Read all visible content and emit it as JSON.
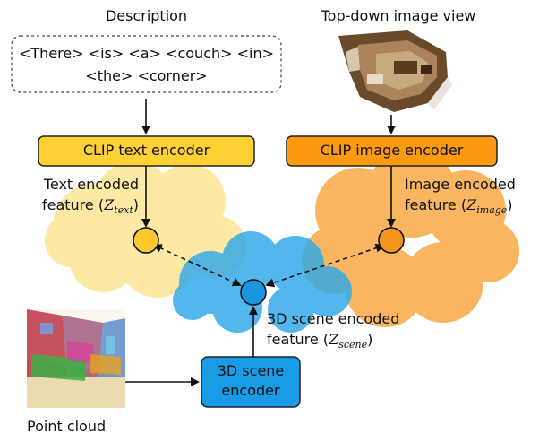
{
  "description": {
    "title": "Description",
    "line1": "<There> <is> <a> <couch> <in>",
    "line2": "<the> <corner>"
  },
  "topdown": {
    "title": "Top-down image view"
  },
  "encoders": {
    "text_label": "CLIP text encoder",
    "image_label": "CLIP image encoder",
    "scene_line1": "3D scene",
    "scene_line2": "encoder"
  },
  "features": {
    "text_line1": "Text encoded",
    "text_line2_prefix": "feature (",
    "text_symbol": "Z",
    "text_sub": "text",
    "image_line1": "Image encoded",
    "image_line2_prefix": "feature (",
    "image_symbol": "Z",
    "image_sub": "image",
    "scene_line1": "3D scene encoded",
    "scene_line2_prefix": "feature (",
    "scene_symbol": "Z",
    "scene_sub": "scene",
    "close_paren": ")"
  },
  "pointcloud": {
    "title": "Point cloud"
  },
  "colors": {
    "text_cloud": "#fde48a",
    "image_cloud": "#f9a53f",
    "scene_cloud": "#2ea8ea",
    "text_encoder_fill": "#fdd033",
    "image_encoder_fill": "#fb9a0e",
    "scene_encoder_fill": "#1a9be6",
    "text_node": "#fdc72f",
    "image_node": "#f7941d",
    "scene_node": "#1995e0"
  }
}
